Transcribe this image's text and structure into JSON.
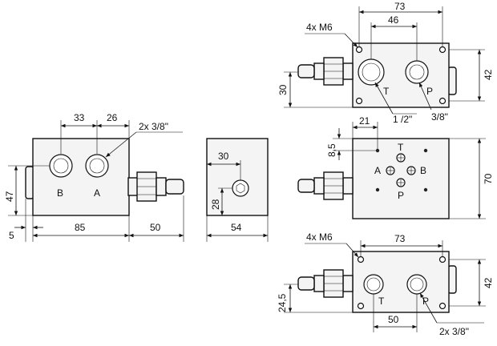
{
  "left_view": {
    "dims": {
      "holes_spacing": "33",
      "hole_to_edge": "26",
      "height": "47",
      "edge_offset": "5",
      "body_width": "85",
      "fitting_length": "50"
    },
    "ports_note": "2x 3/8\"",
    "port_labels": {
      "b": "B",
      "a": "A"
    }
  },
  "side_view": {
    "dims": {
      "hole_from_left": "30",
      "hole_height": "28",
      "width": "54"
    }
  },
  "top_view": {
    "bolts_note": "4x M6",
    "dims": {
      "width": "73",
      "port_spacing": "46",
      "port_height": "30",
      "body_height": "42"
    },
    "port_labels": {
      "t": "T",
      "p": "P"
    },
    "port_notes": {
      "main": "1 /2\"",
      "secondary": "3/8\""
    }
  },
  "middle_view": {
    "dims": {
      "x_offset": "21",
      "y_offset": "8,5",
      "height": "70"
    },
    "port_labels": {
      "t": "T",
      "a": "A",
      "b": "B",
      "p": "P"
    }
  },
  "bottom_view": {
    "bolts_note": "4x M6",
    "dims": {
      "width": "73",
      "port_height": "24,5",
      "body_height": "42",
      "port_spacing": "50"
    },
    "port_labels": {
      "t": "T",
      "p": "P"
    },
    "ports_note": "2x 3/8\""
  }
}
